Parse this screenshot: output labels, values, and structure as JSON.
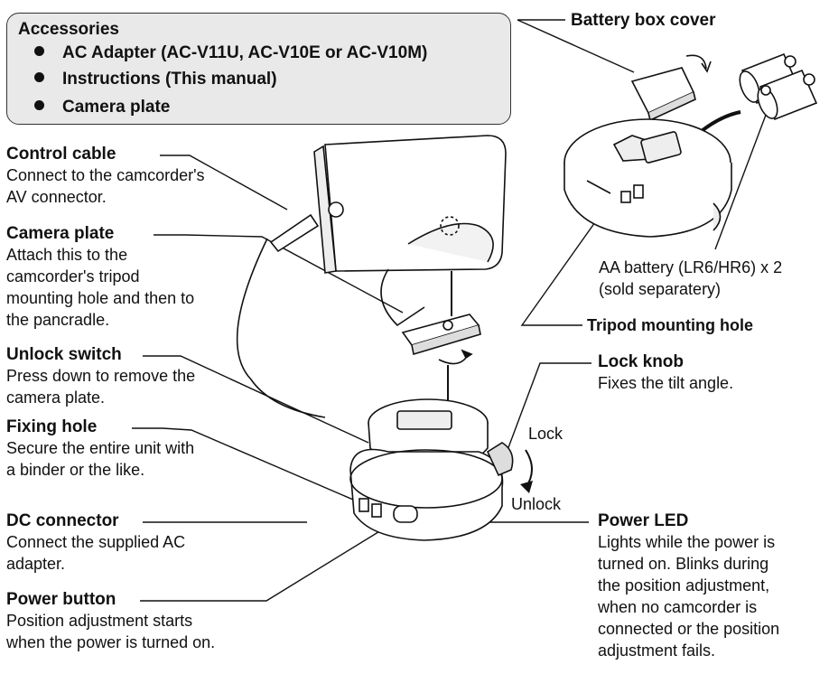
{
  "accessories": {
    "title": "Accessories",
    "items": [
      "AC Adapter (AC-V11U, AC-V10E or AC-V10M)",
      "Instructions (This manual)",
      "Camera plate"
    ]
  },
  "left_labels": {
    "control_cable": {
      "title": "Control cable",
      "lines": [
        "Connect to the camcorder's",
        "AV connector."
      ]
    },
    "camera_plate": {
      "title": "Camera plate",
      "lines": [
        "Attach this to the",
        "camcorder's tripod",
        "mounting hole and then to",
        "the pancradle."
      ]
    },
    "unlock_switch": {
      "title": "Unlock switch",
      "lines": [
        "Press down to remove the",
        "camera plate."
      ]
    },
    "fixing_hole": {
      "title": "Fixing hole",
      "lines": [
        "Secure the entire unit with",
        "a binder or the like."
      ]
    },
    "dc_connector": {
      "title": "DC connector",
      "lines": [
        "Connect the supplied AC",
        "adapter."
      ]
    },
    "power_button": {
      "title": "Power button",
      "lines": [
        "Position adjustment starts",
        "when the power is turned on."
      ]
    }
  },
  "right_labels": {
    "battery_box_cover": {
      "title": "Battery box cover"
    },
    "aa_battery": {
      "lines": [
        "AA battery (LR6/HR6) x 2",
        "(sold separatery)"
      ]
    },
    "tripod_mounting_hole": {
      "title": "Tripod mounting hole"
    },
    "lock_knob": {
      "title": "Lock knob",
      "lines": [
        "Fixes the tilt angle."
      ]
    },
    "lock": "Lock",
    "unlock": "Unlock",
    "power_led": {
      "title": "Power LED",
      "lines": [
        "Lights while the power is",
        "turned on. Blinks during",
        "the position adjustment,",
        "when no camcorder is",
        "connected or the position",
        "adjustment fails."
      ]
    }
  },
  "colors": {
    "box_fill": "#e9e9e9",
    "text": "#111111",
    "line": "#111111"
  }
}
